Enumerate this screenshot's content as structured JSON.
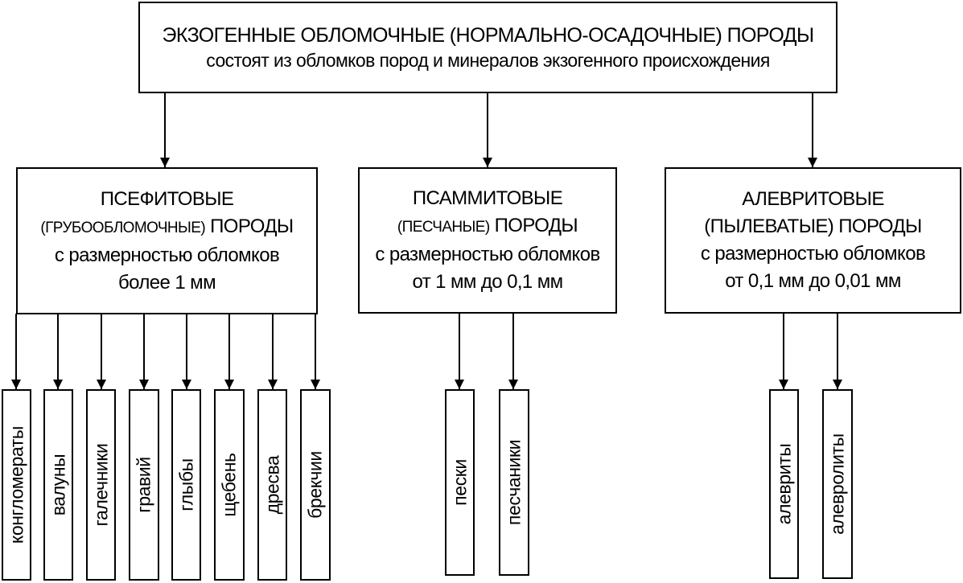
{
  "root": {
    "title": "ЭКЗОГЕННЫЕ ОБЛОМОЧНЫЕ (НОРМАЛЬНО-ОСАДОЧНЫЕ) ПОРОДЫ",
    "subtitle": "состоят из обломков пород и минералов экзогенного происхождения"
  },
  "categories": [
    {
      "name": "ПСЕФИТОВЫЕ",
      "paren": "(ГРУБООБЛОМОЧНЫЕ)",
      "suffix": "ПОРОДЫ",
      "size_label": "с размерностью обломков",
      "size_range": "более 1 мм",
      "items": [
        "конгломераты",
        "валуны",
        "галечники",
        "гравий",
        "глыбы",
        "щебень",
        "дресва",
        "брекчии"
      ]
    },
    {
      "name": "ПСАММИТОВЫЕ",
      "paren": "(ПЕСЧАНЫЕ)",
      "suffix": "ПОРОДЫ",
      "size_label": "с размерностью обломков",
      "size_range": "от 1 мм до 0,1 мм",
      "items": [
        "пески",
        "песчаники"
      ]
    },
    {
      "name": "АЛЕВРИТОВЫЕ",
      "paren": "(ПЫЛЕВАТЫЕ)",
      "suffix": "ПОРОДЫ",
      "size_label": "с размерностью обломков",
      "size_range": "от 0,1 мм до 0,01 мм",
      "items": [
        "алевриты",
        "алевролиты"
      ]
    }
  ]
}
